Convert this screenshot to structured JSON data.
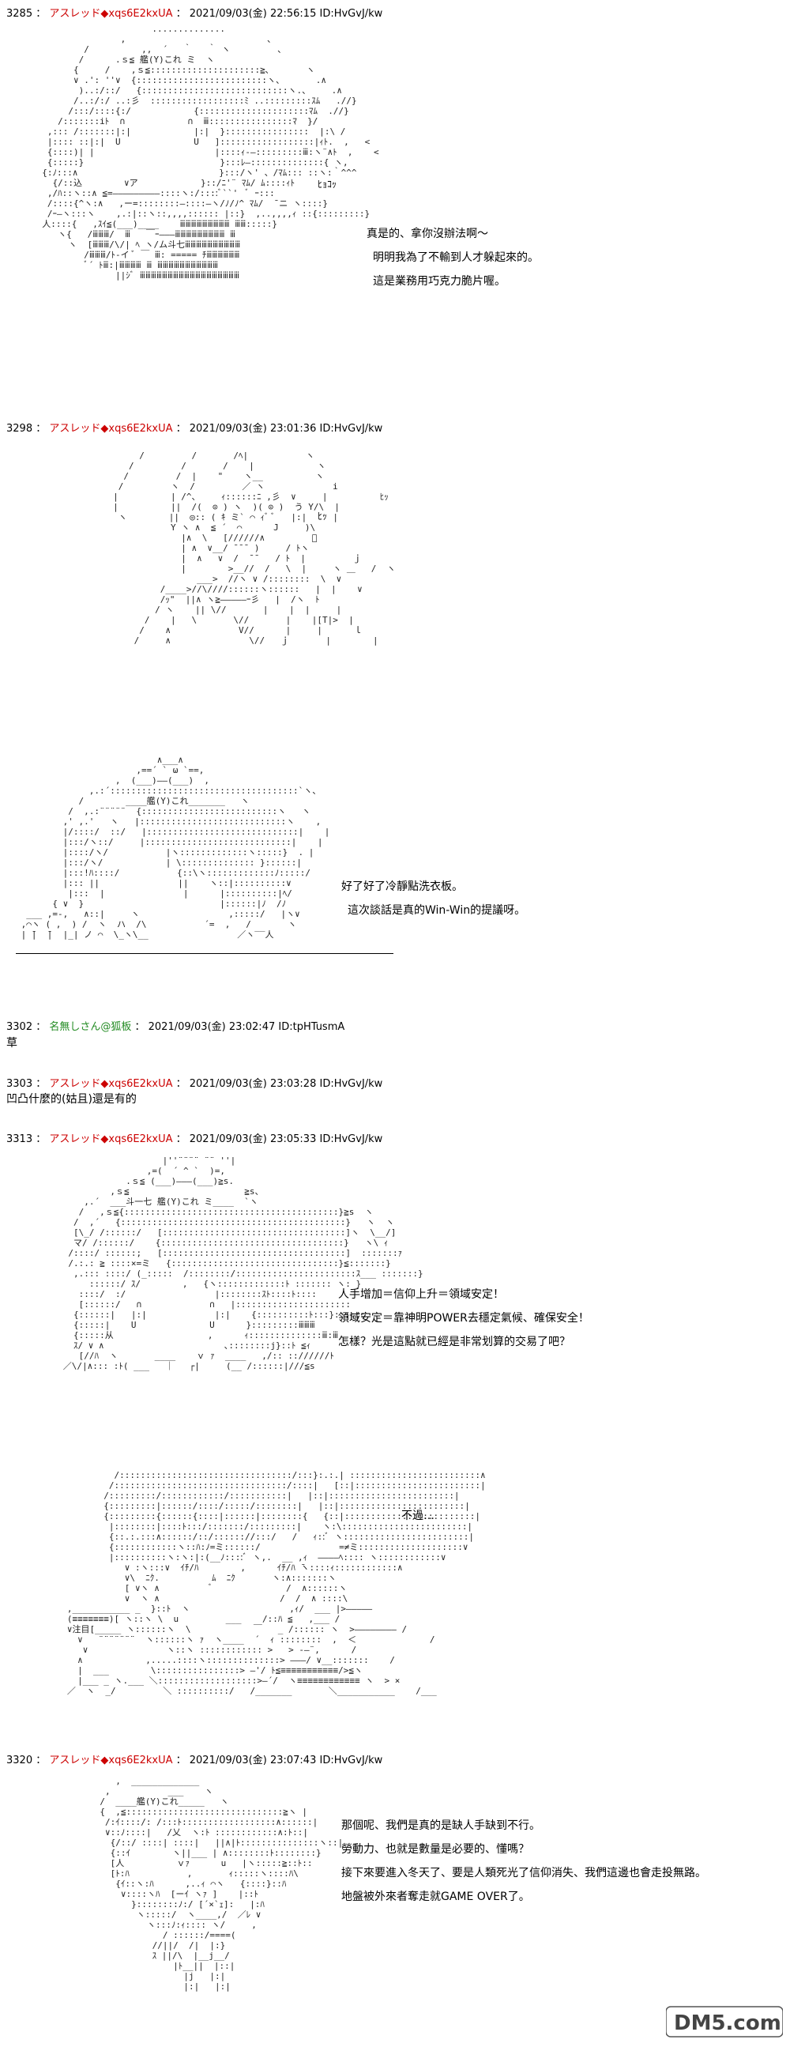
{
  "posts": [
    {
      "number": "3285",
      "name": "アスレッド",
      "trip": "◆xqs6E2kxUA",
      "date": "2021/09/03(金) 22:56:15",
      "id": "ID:HvGvJ/kw",
      "sfx": "ﾋｮｺｯ",
      "lines": [
        "真是的、拿你沒辦法啊～",
        "明明我為了不輸到人才躲起來的。",
        "這是業務用巧克力脆片喔。"
      ]
    },
    {
      "number": "3298",
      "name": "アスレッド",
      "trip": "◆xqs6E2kxUA",
      "date": "2021/09/03(金) 23:01:36",
      "id": "ID:HvGvJ/kw",
      "sfx": "ﾋｯ",
      "lines": [
        "好了好了冷靜點洗衣板。",
        "這次談話是真的Win-Win的提議呀。"
      ]
    },
    {
      "number": "3302",
      "name": "名無しさん@狐板",
      "date": "2021/09/03(金) 23:02:47",
      "id": "ID:tpHTusmA",
      "text": "草"
    },
    {
      "number": "3303",
      "name": "アスレッド",
      "trip": "◆xqs6E2kxUA",
      "date": "2021/09/03(金) 23:03:28",
      "id": "ID:HvGvJ/kw",
      "text": "凹凸什麼的(姑且)還是有的"
    },
    {
      "number": "3313",
      "name": "アスレッド",
      "trip": "◆xqs6E2kxUA",
      "date": "2021/09/03(金) 23:05:33",
      "id": "ID:HvGvJ/kw",
      "lines": [
        "人手增加＝信仰上升＝領域安定！",
        "領域安定＝靠神明POWER去穩定氣候、確保安全！",
        "怎樣？光是這點就已經是非常划算的交易了吧？"
      ],
      "lines2": [
        "不過…"
      ]
    },
    {
      "number": "3320",
      "name": "アスレッド",
      "trip": "◆xqs6E2kxUA",
      "date": "2021/09/03(金) 23:07:43",
      "id": "ID:HvGvJ/kw",
      "lines": [
        "那個呢、我們是真的是缺人手缺到不行。",
        "勞動力、也就是數量是必要的、懂嗎？",
        "接下來要進入冬天了、要是人類死光了信仰消失、我們這邊也會走投無路。",
        "地盤被外來者奪走就GAME OVER了。"
      ]
    }
  ],
  "aa_labels": {
    "a1": "艦(Y)これ ミ",
    "a2": "ω",
    "a3": "艦(Y)これ",
    "a4": "斗一七 艦(Y)これ ミ",
    "a5": "注目",
    "a6": "艦(Y)これ"
  },
  "logo_text": "DM5.com"
}
